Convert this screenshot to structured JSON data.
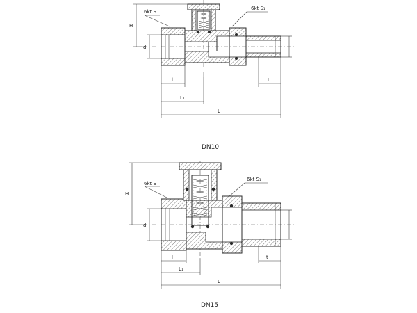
{
  "figure": {
    "top": {
      "caption": "DN10",
      "hex_s": "6kt S",
      "hex_s1": "6kt S₁",
      "dim_H": "H",
      "dim_d": "d",
      "dim_l": "l",
      "dim_l1": "L₁",
      "dim_L": "L",
      "dim_t": "t"
    },
    "bottom": {
      "caption": "DN15",
      "hex_s": "6kt S",
      "hex_s1": "6kt S₁",
      "dim_H": "H",
      "dim_d": "d",
      "dim_l": "l",
      "dim_l1": "L₁",
      "dim_L": "L",
      "dim_t": "t"
    }
  }
}
